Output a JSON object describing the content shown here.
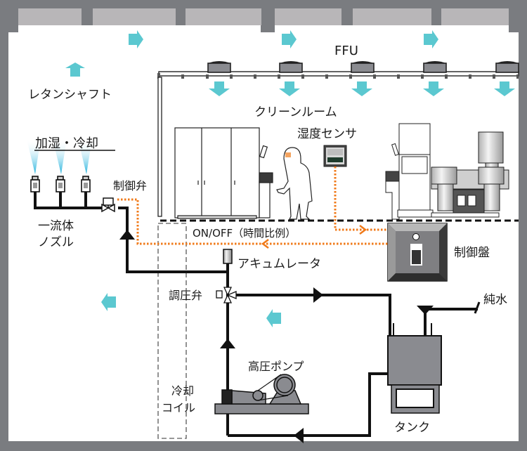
{
  "diagram": {
    "title": "Clean room humidification & cooling system",
    "labels": {
      "ffu": "FFU",
      "return_shaft": "レタンシャフト",
      "clean_room": "クリーンルーム",
      "humidify_cool": "加湿・冷却",
      "humidity_sensor": "湿度センサ",
      "control_valve": "制御弁",
      "single_fluid_nozzle_line1": "一流体",
      "single_fluid_nozzle_line2": "ノズル",
      "on_off_signal": "ON/OFF（時間比例）",
      "control_panel": "制御盤",
      "accumulator": "アキュムレータ",
      "pressure_regulating_valve": "調圧弁",
      "pure_water": "純水",
      "high_pressure_pump": "高圧ポンプ",
      "cooling_coil_line1": "冷却",
      "cooling_coil_line2": "コイル",
      "tank": "タンク"
    },
    "colors": {
      "frame": "#7a7c80",
      "ceiling_panel": "#b8b6b8",
      "airflow_arrow": "#5bc8d0",
      "signal_line": "#f07a1a",
      "pipe": "#111111",
      "equipment_gray": "#8a8b90",
      "spray": "#22b4dc"
    },
    "ffu_count": 5,
    "nozzle_count": 3
  }
}
